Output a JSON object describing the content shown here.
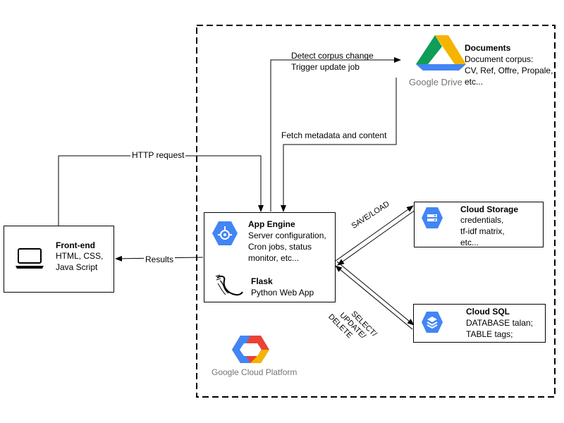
{
  "front_end": {
    "title": "Front-end",
    "lines": [
      "HTML, CSS,",
      "Java Script"
    ]
  },
  "app_engine": {
    "title": "App Engine",
    "lines": [
      "Server configuration,",
      "Cron jobs,  status",
      "monitor,  etc..."
    ]
  },
  "flask": {
    "title": "Flask",
    "subtitle": "Python Web App"
  },
  "documents": {
    "title": "Documents",
    "lines": [
      "Document corpus:",
      "CV, Ref, Offre, Propale,",
      "etc..."
    ]
  },
  "google_drive_logo": "Google Drive",
  "cloud_storage": {
    "title": "Cloud Storage",
    "lines": [
      "credentials,",
      "tf-idf matrix,",
      "etc..."
    ]
  },
  "cloud_sql": {
    "title": "Cloud SQL",
    "lines": [
      "DATABASE talan;",
      "TABLE tags;"
    ]
  },
  "gcp_logo": "Google Cloud Platform",
  "edges": {
    "http_request": "HTTP request",
    "results": "Results",
    "detect_line1": "Detect corpus change",
    "detect_line2": "Trigger update job",
    "fetch": "Fetch metadata and content",
    "save_load": "SAVE/LOAD",
    "select_line1": "SELECT/",
    "select_line2": "UPDATE/",
    "select_line3": "DELETE"
  },
  "colors": {
    "gcp_blue": "#4285F4",
    "drive_green": "#0F9D58",
    "drive_yellow": "#F4B400",
    "drive_blue": "#4285F4",
    "gcp_red": "#EA4335",
    "logo_gray": "#757575"
  }
}
